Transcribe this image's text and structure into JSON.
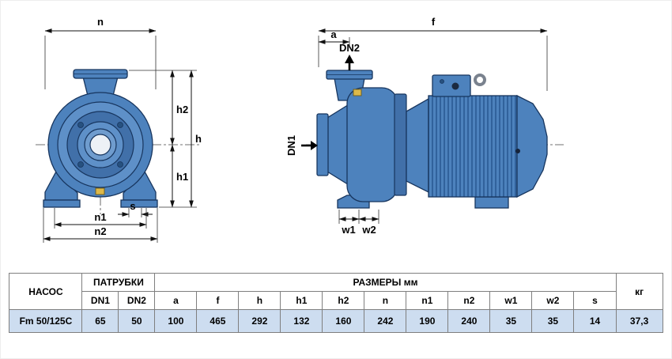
{
  "dims": {
    "n": "n",
    "h2": "h2",
    "h": "h",
    "h1": "h1",
    "s": "s",
    "n1": "n1",
    "n2": "n2",
    "f": "f",
    "a": "a",
    "dn1": "DN1",
    "dn2": "DN2",
    "w1": "w1",
    "w2": "w2"
  },
  "table": {
    "h_pump": "НАСОС",
    "h_ports": "ПАТРУБКИ",
    "h_sizes": "РАЗМЕРЫ мм",
    "h_kg": "кг",
    "cols": [
      "DN1",
      "DN2",
      "a",
      "f",
      "h",
      "h1",
      "h2",
      "n",
      "n1",
      "n2",
      "w1",
      "w2",
      "s"
    ],
    "row": {
      "model": "Fm 50/125C",
      "dn1": "65",
      "dn2": "50",
      "a": "100",
      "f": "465",
      "h": "292",
      "h1": "132",
      "h2": "160",
      "n": "242",
      "n1": "190",
      "n2": "240",
      "w1": "35",
      "w2": "35",
      "s": "14",
      "kg": "37,3"
    }
  },
  "colors": {
    "pump_body": "#4d82bd",
    "outline": "#17355e",
    "table_row_bg": "#cdddf0"
  }
}
